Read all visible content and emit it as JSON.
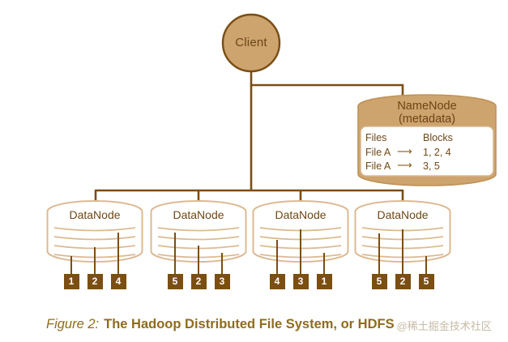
{
  "colors": {
    "connector_dark": "#7A4E14",
    "node_fill_tan": "#CDA36E",
    "cylinder_outline_light": "#DCBA92",
    "text_dark_brown": "#6E491A",
    "block_square_fill": "#7B4E11",
    "caption_gold": "#8F6C1D",
    "watermark_gray": "#C6BBA7"
  },
  "client": {
    "label": "Client"
  },
  "namenode": {
    "title_line1": "NameNode",
    "title_line2": "(metadata)",
    "table": {
      "header_files": "Files",
      "header_blocks": "Blocks",
      "rows": [
        {
          "file": "File A",
          "arrow": "⟶",
          "blocks": "1, 2, 4"
        },
        {
          "file": "File A",
          "arrow": "⟶",
          "blocks": "3, 5"
        }
      ]
    }
  },
  "datanodes": [
    {
      "label": "DataNode",
      "blocks": [
        "1",
        "2",
        "4"
      ]
    },
    {
      "label": "DataNode",
      "blocks": [
        "5",
        "2",
        "3"
      ]
    },
    {
      "label": "DataNode",
      "blocks": [
        "4",
        "3",
        "1"
      ]
    },
    {
      "label": "DataNode",
      "blocks": [
        "5",
        "2",
        "5"
      ]
    }
  ],
  "caption": {
    "prefix": "Figure 2:",
    "text": "The Hadoop Distributed File System, or HDFS",
    "watermark": "@稀土掘金技术社区"
  }
}
